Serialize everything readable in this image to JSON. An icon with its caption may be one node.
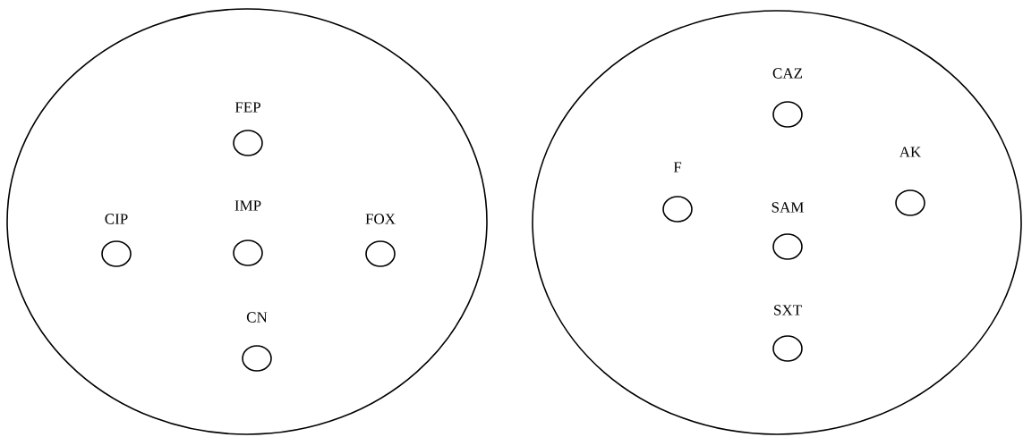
{
  "diagram": {
    "nodes": [
      {
        "text": [],
        "shape": "circle"
      },
      {
        "text": [
          "FEP"
        ],
        "in": 0
      },
      {
        "text": [
          "CIP"
        ],
        "in": 0
      },
      {
        "text": [
          "IMP"
        ],
        "in": 0
      },
      {
        "text": [
          "FOX"
        ],
        "in": 0
      },
      {
        "text": [
          "CN"
        ],
        "in": 0
      },
      {
        "text": [],
        "shape": "circle"
      },
      {
        "text": [
          "CAZ"
        ],
        "in": 6
      },
      {
        "text": [
          "F"
        ],
        "in": 6
      },
      {
        "text": [
          "AK"
        ],
        "in": 6
      },
      {
        "text": [
          "SAM"
        ],
        "in": 6
      },
      {
        "text": [
          "SXT"
        ],
        "in": 6
      }
    ]
  }
}
